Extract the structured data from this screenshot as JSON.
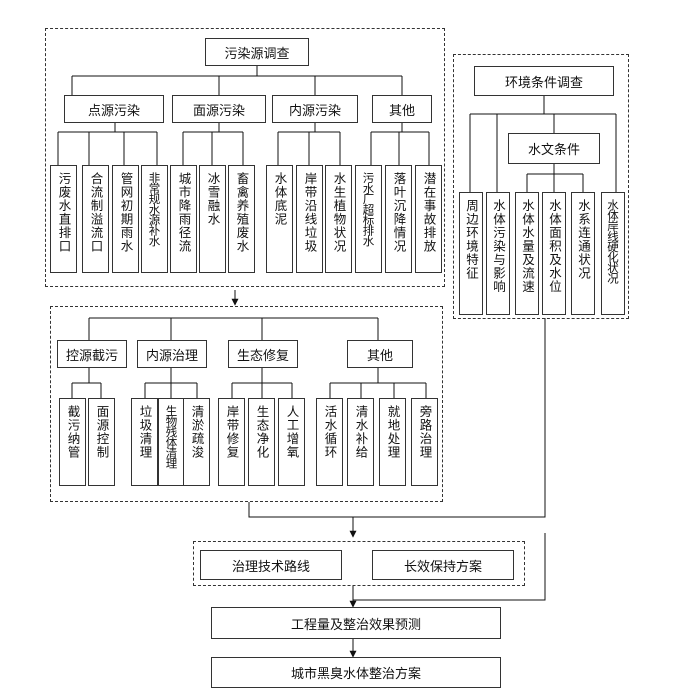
{
  "pollution_survey": {
    "title": "污染源调查",
    "categories": [
      {
        "label": "点源污染",
        "items": [
          "污废水直排口",
          "合流制溢流口",
          "管网初期雨水",
          "非常规水源补水"
        ]
      },
      {
        "label": "面源污染",
        "items": [
          "城市降雨径流",
          "冰雪融水",
          "畜禽养殖废水"
        ]
      },
      {
        "label": "内源污染",
        "items": [
          "水体底泥",
          "岸带沿线垃圾",
          "水生植物状况"
        ]
      },
      {
        "label": "其他",
        "items": [
          "污水厂超标排水",
          "落叶沉降情况",
          "潜在事故排放"
        ]
      }
    ]
  },
  "environment_survey": {
    "title": "环境条件调查",
    "hydro_title": "水文条件",
    "items": [
      "周边环境特征",
      "水体污染与影响",
      "水体水量及流速",
      "水体面积及水位",
      "水系连通状况",
      "水体岸线硬化状况"
    ]
  },
  "treatment_measures": {
    "categories": [
      {
        "label": "控源截污",
        "items": [
          "截污纳管",
          "面源控制"
        ]
      },
      {
        "label": "内源治理",
        "items": [
          "垃圾清理",
          "生物残体清理",
          "清淤疏浚"
        ]
      },
      {
        "label": "生态修复",
        "items": [
          "岸带修复",
          "生态净化",
          "人工增氧"
        ]
      },
      {
        "label": "其他",
        "items": [
          "活水循环",
          "清水补给",
          "就地处理",
          "旁路治理"
        ]
      }
    ]
  },
  "plan": {
    "route": "治理技术路线",
    "maintenance": "长效保持方案",
    "forecast": "工程量及整治效果预测",
    "final": "城市黑臭水体整治方案"
  }
}
